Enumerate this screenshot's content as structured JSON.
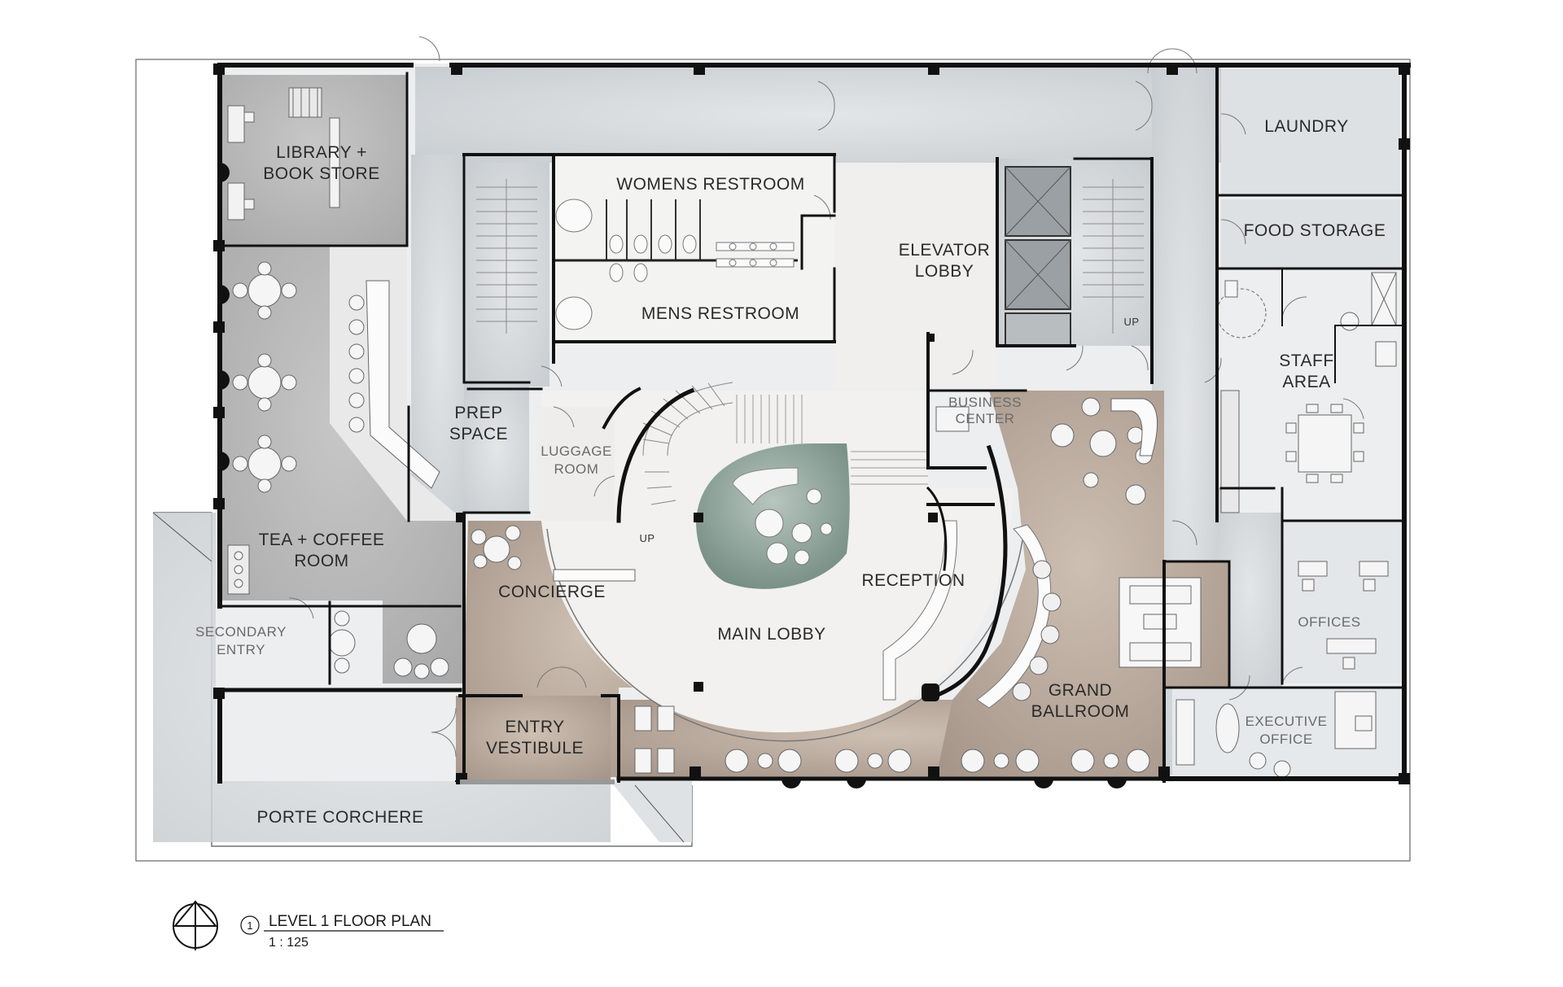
{
  "rooms": {
    "library": [
      "LIBRARY +",
      "BOOK STORE"
    ],
    "womens_restroom": "WOMENS RESTROOM",
    "mens_restroom": "MENS RESTROOM",
    "elevator_lobby": [
      "ELEVATOR",
      "LOBBY"
    ],
    "laundry": "LAUNDRY",
    "food_storage": "FOOD STORAGE",
    "staff_area": [
      "STAFF",
      "AREA"
    ],
    "prep_space": [
      "PREP",
      "SPACE"
    ],
    "luggage_room": [
      "LUGGAGE",
      "ROOM"
    ],
    "business_center": [
      "BUSINESS",
      "CENTER"
    ],
    "tea_coffee_room": [
      "TEA + COFFEE",
      "ROOM"
    ],
    "concierge": "CONCIERGE",
    "reception": "RECEPTION",
    "main_lobby": "MAIN LOBBY",
    "offices": "OFFICES",
    "secondary_entry": [
      "SECONDARY",
      "ENTRY"
    ],
    "grand_ballroom": [
      "GRAND",
      "BALLROOM"
    ],
    "entry_vestibule": [
      "ENTRY",
      "VESTIBULE"
    ],
    "executive_office": [
      "EXECUTIVE",
      "OFFICE"
    ],
    "porte_corchere": "PORTE CORCHERE"
  },
  "stair_labels": {
    "up_right": "UP",
    "up_center": "UP"
  },
  "title_block": {
    "number": "1",
    "title": "LEVEL 1 FLOOR PLAN",
    "scale": "1 : 125"
  },
  "colors": {
    "corridor_gray": "#d6dadd",
    "room_gray": "#c9c9c9",
    "warm_taupe": "#b6a797",
    "lobby_white": "#f1f0ee",
    "fountain_teal": "#7f968b",
    "wall": "#111111"
  }
}
